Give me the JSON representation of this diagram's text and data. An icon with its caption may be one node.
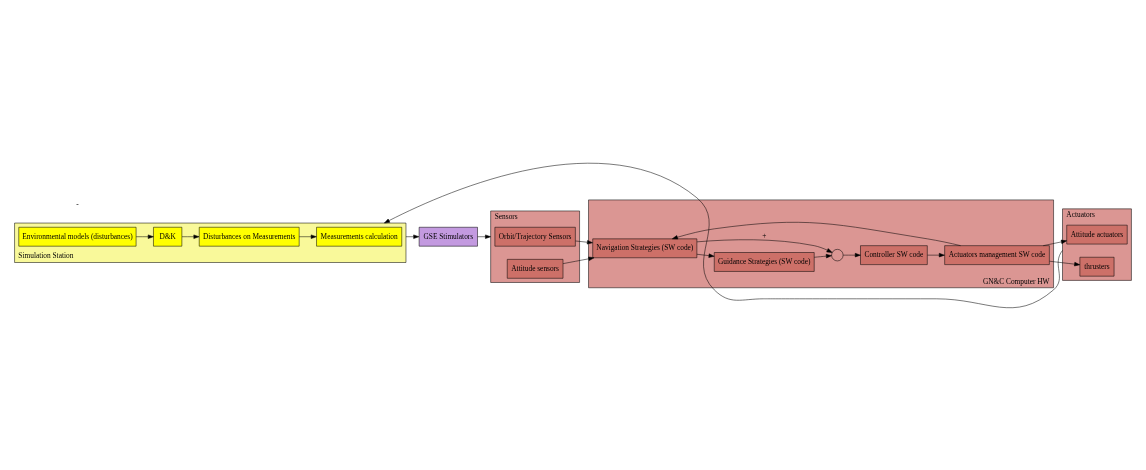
{
  "diagram": {
    "nodes": [
      {
        "text": [
          "Sensors"
        ]
      },
      {
        "text": [
          "Orbit/Trajectory Sensors"
        ],
        "in": 0
      },
      {
        "text": [
          "Attitude sensors"
        ],
        "in": 0
      },
      {
        "text": [
          "GN&C Computer HW"
        ]
      },
      {
        "text": [
          "Navigation Strategies (SW code)"
        ],
        "in": 3
      },
      {
        "text": [
          "Guidance Strategies (SW code)"
        ],
        "in": 3
      },
      {
        "text": [],
        "shape": "circle",
        "in": 3
      },
      {
        "text": [
          "Controller SW code"
        ],
        "in": 3
      },
      {
        "text": [
          "Actuators management SW code"
        ],
        "in": 3
      },
      {
        "text": [
          "Actuators"
        ]
      },
      {
        "text": [
          "Attitude actuators"
        ],
        "in": 9
      },
      {
        "text": [
          "thrusters"
        ],
        "in": 9
      },
      {
        "text": [
          "Simulation Station"
        ]
      },
      {
        "text": [
          "Measurements calculation"
        ],
        "in": 12
      },
      {
        "text": [
          "Disturbances on Measurements"
        ],
        "in": 12
      },
      {
        "text": [
          "D&K"
        ],
        "in": 12
      },
      {
        "text": [
          "Environmental models (disturbances)"
        ],
        "in": 12
      },
      {
        "text": [
          "GSE Stimulators"
        ]
      }
    ],
    "edges": [
      {
        "from": 1,
        "to": 4,
        "arrow": "to"
      },
      {
        "from": 2,
        "to": 4,
        "arrow": "to"
      },
      {
        "from": 4,
        "to": 5,
        "arrow": "to"
      },
      {
        "from": 5,
        "to": 6,
        "arrow": "to"
      },
      {
        "from": 4,
        "to": 6,
        "arrow": "to",
        "label": "+"
      },
      {
        "from": 6,
        "to": 7,
        "arrow": "to"
      },
      {
        "from": 7,
        "to": 8,
        "arrow": "to"
      },
      {
        "from": 8,
        "to": 10,
        "arrow": "to"
      },
      {
        "from": 8,
        "to": 11,
        "arrow": "to"
      },
      {
        "from": 8,
        "to": 4,
        "arrow": "to"
      },
      {
        "from": 9,
        "to": 12,
        "arrow": "to"
      },
      {
        "from": 15,
        "to": 14,
        "arrow": "to"
      },
      {
        "from": 14,
        "to": 13,
        "arrow": "to"
      },
      {
        "from": 16,
        "to": 15,
        "arrow": "to"
      },
      {
        "from": 12,
        "to": 17,
        "arrow": "to"
      },
      {
        "from": 17,
        "to": 0,
        "arrow": "to"
      }
    ],
    "labels": [
      "-"
    ]
  }
}
